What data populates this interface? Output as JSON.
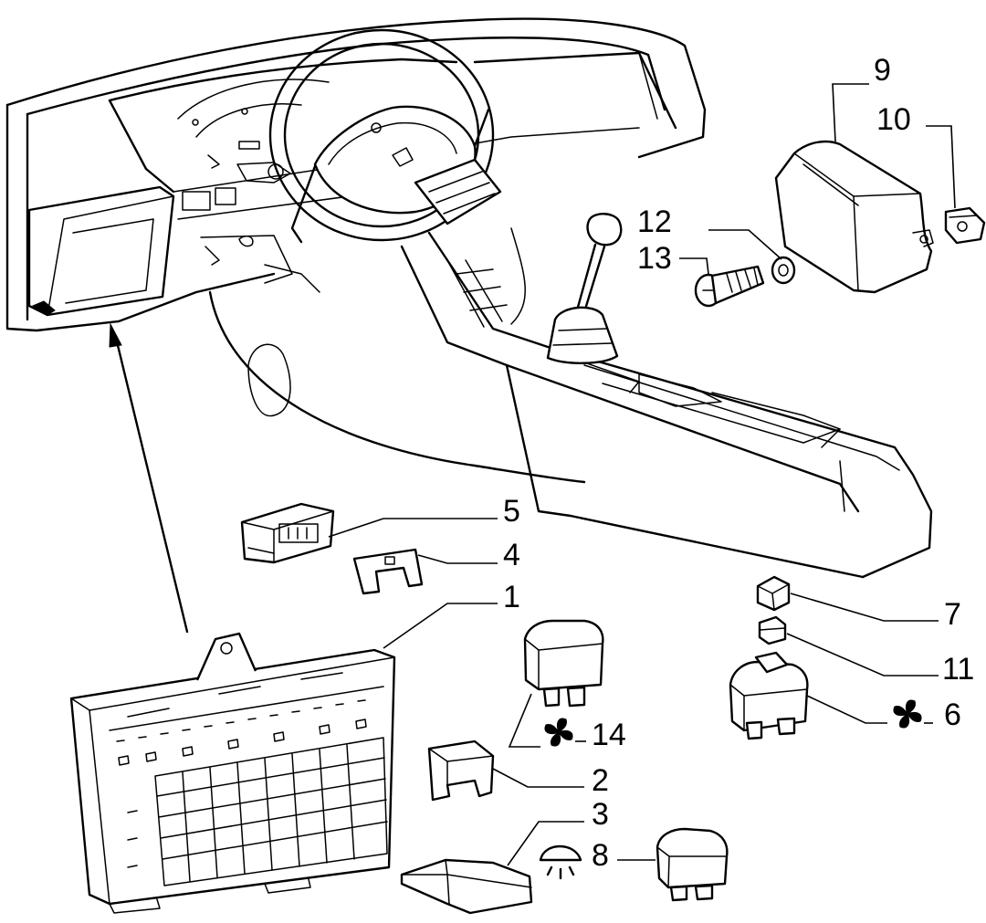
{
  "callouts": [
    {
      "id": "1",
      "label": "1"
    },
    {
      "id": "2",
      "label": "2"
    },
    {
      "id": "3",
      "label": "3"
    },
    {
      "id": "4",
      "label": "4"
    },
    {
      "id": "5",
      "label": "5"
    },
    {
      "id": "6",
      "label": "6"
    },
    {
      "id": "7",
      "label": "7"
    },
    {
      "id": "8",
      "label": "8"
    },
    {
      "id": "9",
      "label": "9"
    },
    {
      "id": "10",
      "label": "10"
    },
    {
      "id": "11",
      "label": "11"
    },
    {
      "id": "12",
      "label": "12"
    },
    {
      "id": "13",
      "label": "13"
    },
    {
      "id": "14",
      "label": "14"
    }
  ],
  "symbols": {
    "fan": "fan-symbol-icon",
    "lamp": "lamp-symbol-icon"
  }
}
